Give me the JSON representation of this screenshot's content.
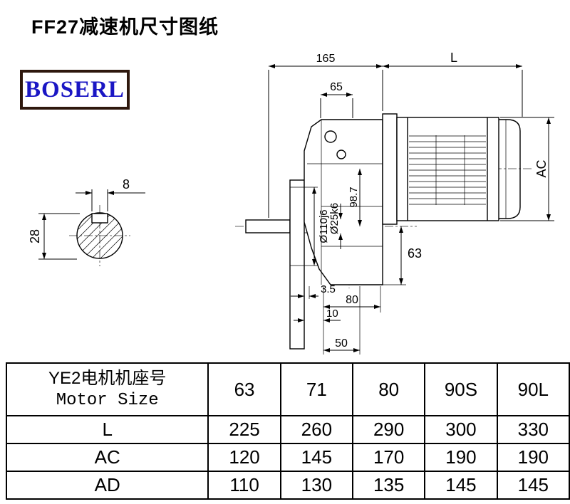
{
  "page": {
    "title": "FF27减速机尺寸图纸",
    "brand": "BOSERL"
  },
  "colors": {
    "brand_text": "#1a16c4",
    "logo_border": "#2e180d",
    "line": "#000000"
  },
  "drawing": {
    "dims": {
      "top_width": "165",
      "top_inner": "65",
      "motor_length": "L",
      "motor_height": "AC",
      "flange_dia": "Ø110j6",
      "shaft_dia": "Ø25k6",
      "center_height": "98.7",
      "axis_to_bottom": "63",
      "offset_a": "3.5",
      "offset_b": "10",
      "bottom_width": "50",
      "housing_bottom": "80",
      "key_width": "8",
      "section_height": "28"
    }
  },
  "table": {
    "header": {
      "label_line1": "YE2电机机座号",
      "label_line2": "Motor Size",
      "columns": [
        "63",
        "71",
        "80",
        "90S",
        "90L"
      ]
    },
    "rows": [
      {
        "label": "L",
        "values": [
          "225",
          "260",
          "290",
          "300",
          "330"
        ]
      },
      {
        "label": "AC",
        "values": [
          "120",
          "145",
          "170",
          "190",
          "190"
        ]
      },
      {
        "label": "AD",
        "values": [
          "110",
          "130",
          "135",
          "145",
          "145"
        ]
      }
    ]
  }
}
